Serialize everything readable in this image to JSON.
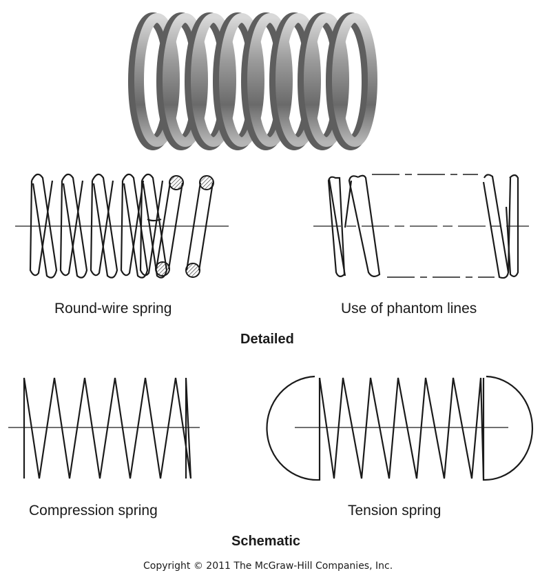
{
  "captions": {
    "round_wire": "Round-wire spring",
    "phantom": "Use of phantom lines",
    "compression": "Compression spring",
    "tension": "Tension spring"
  },
  "sections": {
    "detailed": "Detailed",
    "schematic": "Schematic"
  },
  "copyright": "Copyright © 2011 The McGraw-Hill Companies, Inc."
}
